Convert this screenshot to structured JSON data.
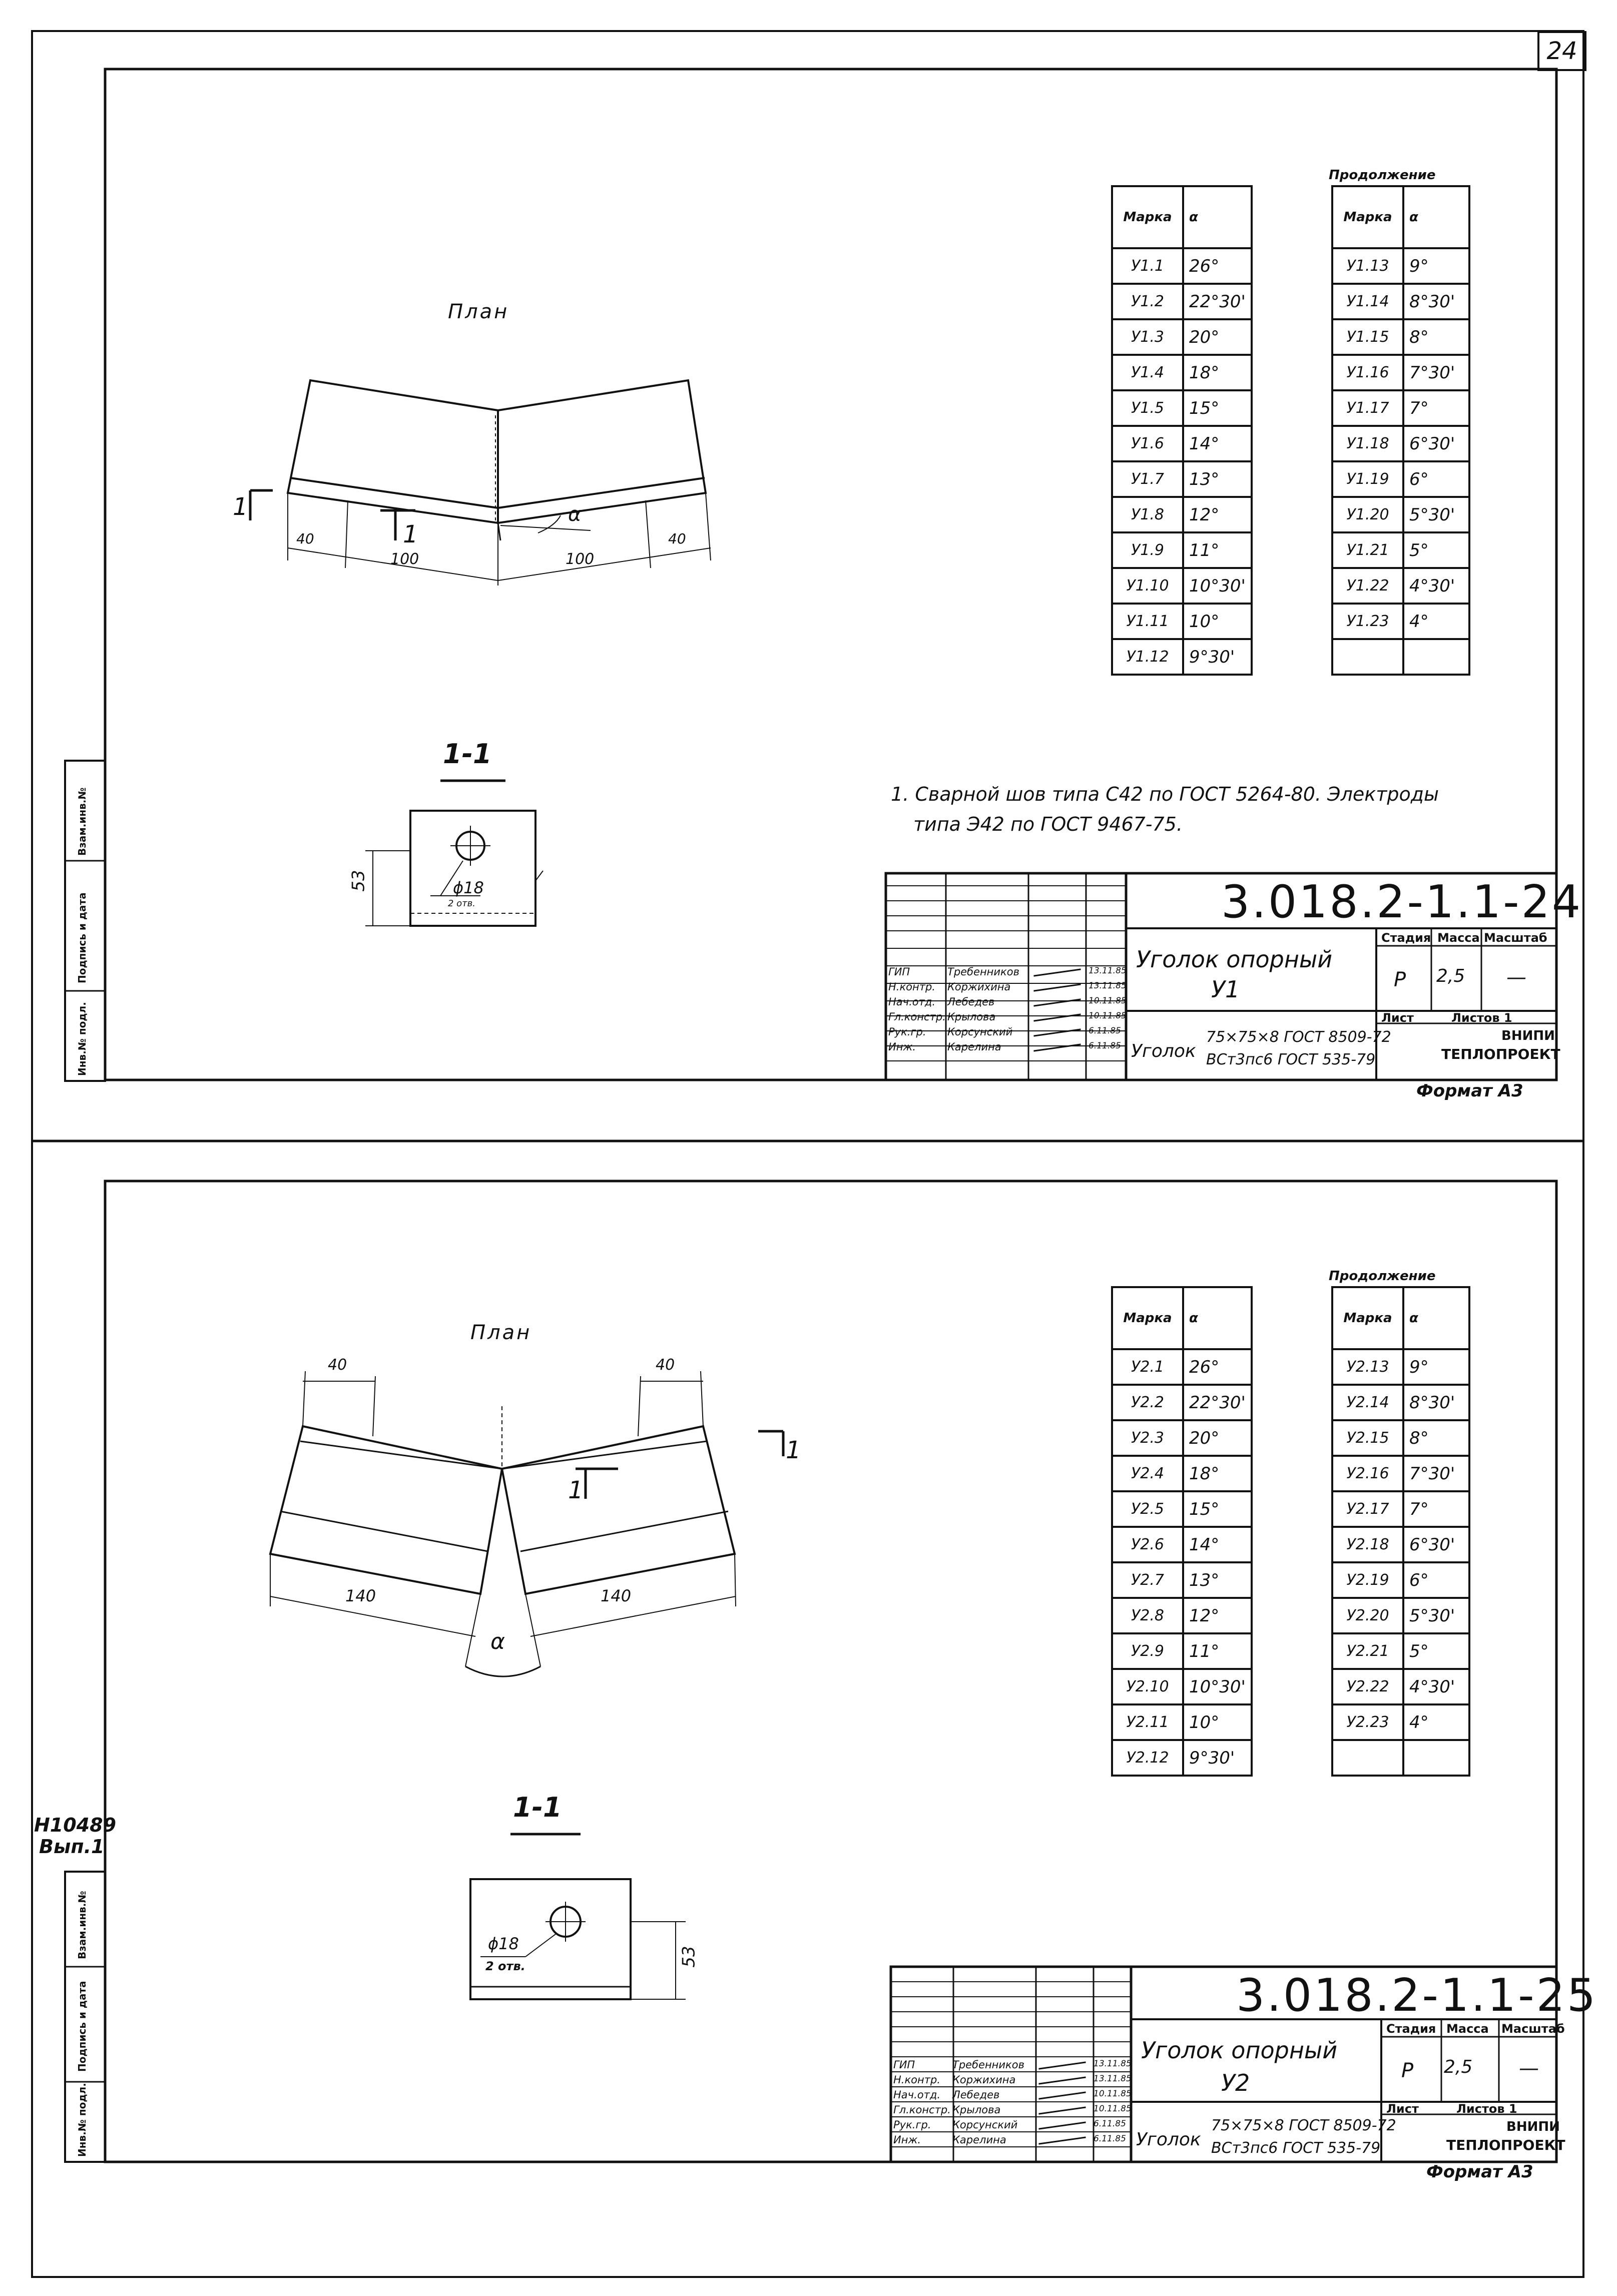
{
  "sheet_number": "24",
  "archive_stamp": {
    "line1": "Н10489",
    "line2": "Вып.1"
  },
  "side_labels": [
    "Инв.№ подл.",
    "Подпись и дата",
    "Взам.инв.№"
  ],
  "drawings": [
    {
      "plan_label": "План",
      "section_label": "1-1",
      "plan_dims": {
        "left_edge": "40",
        "left_long": "100",
        "right_long": "100",
        "right_edge": "40",
        "angle": "α"
      },
      "section_marks": {
        "left": "1",
        "right": "1"
      },
      "section_dims": {
        "height": "53",
        "hole": "ϕ18",
        "holes": "2 отв."
      },
      "table_header": {
        "mark": "Марка",
        "angle": "α"
      },
      "continuation_label": "Продолжение",
      "table_left": [
        [
          "У1.1",
          "26°"
        ],
        [
          "У1.2",
          "22°30'"
        ],
        [
          "У1.3",
          "20°"
        ],
        [
          "У1.4",
          "18°"
        ],
        [
          "У1.5",
          "15°"
        ],
        [
          "У1.6",
          "14°"
        ],
        [
          "У1.7",
          "13°"
        ],
        [
          "У1.8",
          "12°"
        ],
        [
          "У1.9",
          "11°"
        ],
        [
          "У1.10",
          "10°30'"
        ],
        [
          "У1.11",
          "10°"
        ],
        [
          "У1.12",
          "9°30'"
        ]
      ],
      "table_right": [
        [
          "У1.13",
          "9°"
        ],
        [
          "У1.14",
          "8°30'"
        ],
        [
          "У1.15",
          "8°"
        ],
        [
          "У1.16",
          "7°30'"
        ],
        [
          "У1.17",
          "7°"
        ],
        [
          "У1.18",
          "6°30'"
        ],
        [
          "У1.19",
          "6°"
        ],
        [
          "У1.20",
          "5°30'"
        ],
        [
          "У1.21",
          "5°"
        ],
        [
          "У1.22",
          "4°30'"
        ],
        [
          "У1.23",
          "4°"
        ],
        [
          "",
          ""
        ]
      ],
      "note": {
        "line1": "1. Сварной шов типа С42 по ГОСТ 5264-80. Электроды",
        "line2": "типа Э42 по ГОСТ 9467-75."
      },
      "title_block": {
        "code": "3.018.2-1.1-24",
        "title_line1": "Уголок опорный",
        "title_line2": "У1",
        "headers": {
          "stage": "Стадия",
          "mass": "Масса",
          "scale": "Масштаб"
        },
        "stage": "Р",
        "mass": "2,5",
        "scale": "—",
        "sheet_label": "Лист",
        "sheets_label": "Листов 1",
        "org_line1": "ВНИПИ",
        "org_line2": "ТЕПЛОПРОЕКТ",
        "material_word": "Уголок",
        "material_line1": "75×75×8 ГОСТ 8509-72",
        "material_line2": "ВСт3пс6 ГОСТ 535-79",
        "signers": [
          [
            "ГИП",
            "Требенников",
            "13.11.85"
          ],
          [
            "Н.контр.",
            "Коржихина",
            "13.11.85"
          ],
          [
            "Нач.отд.",
            "Лебедев",
            "10.11.85"
          ],
          [
            "Гл.констр.",
            "Крылова",
            "10.11.85"
          ],
          [
            "Рук.гр.",
            "Корсунский",
            "6.11.85"
          ],
          [
            "Инж.",
            "Карелина",
            "6.11.85"
          ]
        ],
        "format": "Формат А3"
      }
    },
    {
      "plan_label": "План",
      "section_label": "1-1",
      "plan_dims": {
        "left_edge": "40",
        "left_long": "140",
        "right_long": "140",
        "right_edge": "40",
        "angle": "α"
      },
      "section_marks": {
        "left": "1",
        "right": "1"
      },
      "section_dims": {
        "height": "53",
        "hole": "ϕ18",
        "holes": "2 отв."
      },
      "table_header": {
        "mark": "Марка",
        "angle": "α"
      },
      "continuation_label": "Продолжение",
      "table_left": [
        [
          "У2.1",
          "26°"
        ],
        [
          "У2.2",
          "22°30'"
        ],
        [
          "У2.3",
          "20°"
        ],
        [
          "У2.4",
          "18°"
        ],
        [
          "У2.5",
          "15°"
        ],
        [
          "У2.6",
          "14°"
        ],
        [
          "У2.7",
          "13°"
        ],
        [
          "У2.8",
          "12°"
        ],
        [
          "У2.9",
          "11°"
        ],
        [
          "У2.10",
          "10°30'"
        ],
        [
          "У2.11",
          "10°"
        ],
        [
          "У2.12",
          "9°30'"
        ]
      ],
      "table_right": [
        [
          "У2.13",
          "9°"
        ],
        [
          "У2.14",
          "8°30'"
        ],
        [
          "У2.15",
          "8°"
        ],
        [
          "У2.16",
          "7°30'"
        ],
        [
          "У2.17",
          "7°"
        ],
        [
          "У2.18",
          "6°30'"
        ],
        [
          "У2.19",
          "6°"
        ],
        [
          "У2.20",
          "5°30'"
        ],
        [
          "У2.21",
          "5°"
        ],
        [
          "У2.22",
          "4°30'"
        ],
        [
          "У2.23",
          "4°"
        ],
        [
          "",
          ""
        ]
      ],
      "title_block": {
        "code": "3.018.2-1.1-25",
        "title_line1": "Уголок опорный",
        "title_line2": "У2",
        "headers": {
          "stage": "Стадия",
          "mass": "Масса",
          "scale": "Масштаб"
        },
        "stage": "Р",
        "mass": "2,5",
        "scale": "—",
        "sheet_label": "Лист",
        "sheets_label": "Листов 1",
        "org_line1": "ВНИПИ",
        "org_line2": "ТЕПЛОПРОЕКТ",
        "material_word": "Уголок",
        "material_line1": "75×75×8 ГОСТ 8509-72",
        "material_line2": "ВСт3пс6 ГОСТ 535-79",
        "signers": [
          [
            "ГИП",
            "Требенников",
            "13.11.85"
          ],
          [
            "Н.контр.",
            "Коржихина",
            "13.11.85"
          ],
          [
            "Нач.отд.",
            "Лебедев",
            "10.11.85"
          ],
          [
            "Гл.констр.",
            "Крылова",
            "10.11.85"
          ],
          [
            "Рук.гр.",
            "Корсунский",
            "6.11.85"
          ],
          [
            "Инж.",
            "Карелина",
            "6.11.85"
          ]
        ],
        "format": "Формат А3"
      }
    }
  ]
}
